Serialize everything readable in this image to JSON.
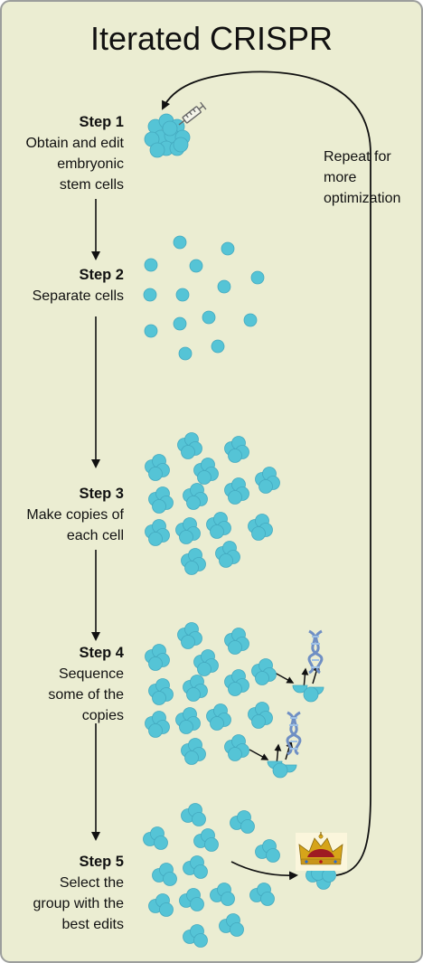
{
  "title": "Iterated CRISPR",
  "repeat_label": "Repeat for\nmore\noptimization",
  "steps": [
    {
      "title": "Step 1",
      "description": "Obtain and edit\nembryonic\nstem cells"
    },
    {
      "title": "Step 2",
      "description": "Separate cells"
    },
    {
      "title": "Step 3",
      "description": "Make copies of\neach cell"
    },
    {
      "title": "Step 4",
      "description": "Sequence\nsome of the\ncopies"
    },
    {
      "title": "Step 5",
      "description": "Select the\ngroup with the\nbest edits"
    }
  ],
  "colors": {
    "background": "#ebedd2",
    "border": "#9c9e9c",
    "cell": "#55c4d6",
    "cell_outline": "#44aac0",
    "arrow": "#111111",
    "dna_strand": "#6f8fc4",
    "dna_rung": "#9ec1e6",
    "crown_gold": "#d6a419",
    "crown_red": "#9e1a22",
    "crown_bg": "#fbf6dc"
  },
  "icons": [
    "syringe-icon",
    "dna-icon",
    "crown-icon"
  ]
}
